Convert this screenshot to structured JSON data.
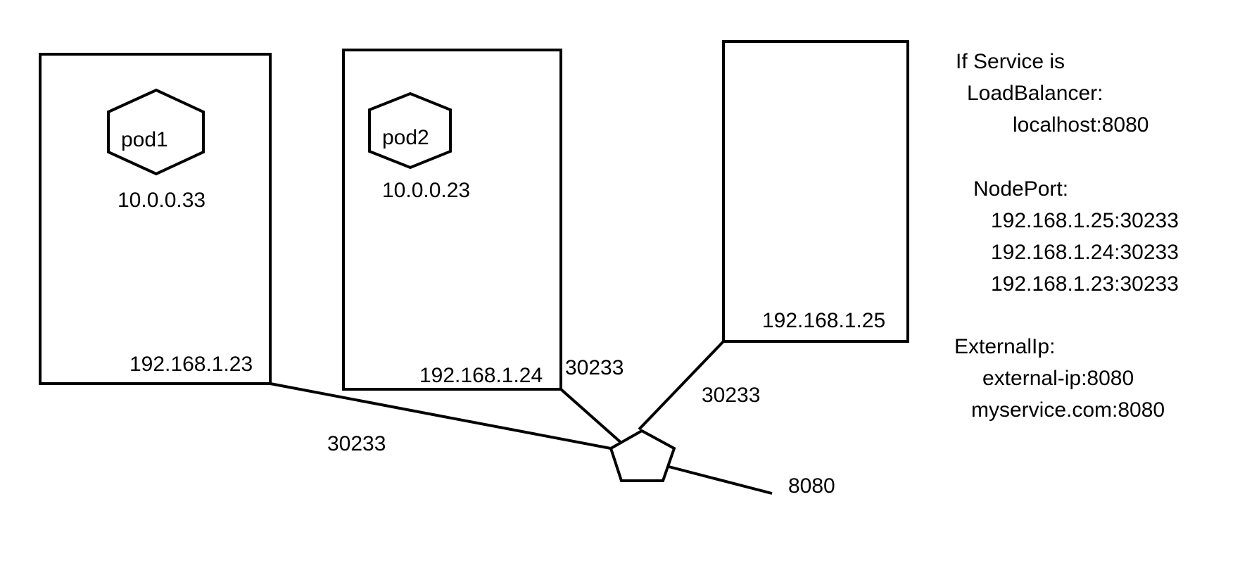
{
  "nodes": [
    {
      "pod": "pod1",
      "pod_ip": "10.0.0.33",
      "node_ip": "192.168.1.23",
      "node_port": "30233"
    },
    {
      "pod": "pod2",
      "pod_ip": "10.0.0.23",
      "node_ip": "192.168.1.24",
      "node_port": "30233"
    },
    {
      "node_ip": "192.168.1.25",
      "node_port": "30233"
    }
  ],
  "service": {
    "port": "8080"
  },
  "notes": {
    "heading": "If Service is",
    "load_balancer": {
      "label": "LoadBalancer:",
      "addresses": [
        "localhost:8080"
      ]
    },
    "node_port": {
      "label": "NodePort:",
      "addresses": [
        "192.168.1.25:30233",
        "192.168.1.24:30233",
        "192.168.1.23:30233"
      ]
    },
    "external_ip": {
      "label": "ExternalIp:",
      "addresses": [
        "external-ip:8080",
        "myservice.com:8080"
      ]
    }
  }
}
